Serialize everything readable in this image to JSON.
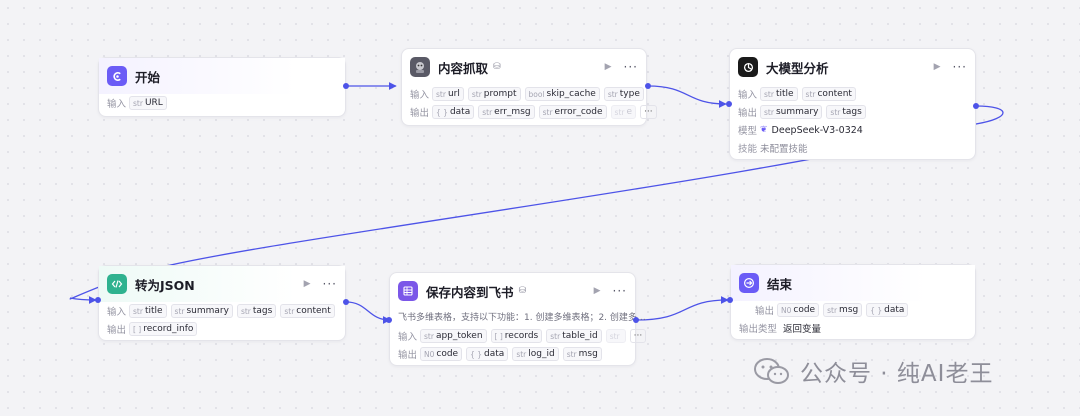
{
  "colors": {
    "edge": "#4d53e8",
    "accent": "#6b5cf6",
    "green": "#2fb28f"
  },
  "type_tags": {
    "str": "str",
    "obj": "{ }",
    "arr": "[ ]",
    "bool": "⚪",
    "num": "N0"
  },
  "nodes": {
    "start": {
      "title": "开始",
      "input_label": "输入",
      "inputs": [
        {
          "type": "str",
          "name": "URL"
        }
      ]
    },
    "fetch": {
      "title": "内容抓取",
      "badge": "⛁",
      "input_label": "输入",
      "inputs": [
        {
          "type": "str",
          "name": "url"
        },
        {
          "type": "str",
          "name": "prompt"
        },
        {
          "type": "bool",
          "name": "skip_cache"
        },
        {
          "type": "str",
          "name": "type"
        }
      ],
      "output_label": "输出",
      "outputs": [
        {
          "type": "{ }",
          "name": "data"
        },
        {
          "type": "str",
          "name": "err_msg"
        },
        {
          "type": "str",
          "name": "error_code"
        },
        {
          "type": "str",
          "name": "e"
        }
      ],
      "more": "···"
    },
    "llm": {
      "title": "大模型分析",
      "input_label": "输入",
      "inputs": [
        {
          "type": "str",
          "name": "title"
        },
        {
          "type": "str",
          "name": "content"
        }
      ],
      "output_label": "输出",
      "outputs": [
        {
          "type": "str",
          "name": "summary"
        },
        {
          "type": "str",
          "name": "tags"
        }
      ],
      "model_label": "模型",
      "model_value": "DeepSeek-V3-0324",
      "skill_label": "技能",
      "skill_value": "未配置技能"
    },
    "json": {
      "title": "转为JSON",
      "input_label": "输入",
      "inputs": [
        {
          "type": "str",
          "name": "title"
        },
        {
          "type": "str",
          "name": "summary"
        },
        {
          "type": "str",
          "name": "tags"
        },
        {
          "type": "str",
          "name": "content"
        }
      ],
      "output_label": "输出",
      "outputs": [
        {
          "type": "[ ]",
          "name": "record_info"
        }
      ]
    },
    "feishu": {
      "title": "保存内容到飞书",
      "badge": "⛁",
      "description": "飞书多维表格，支持以下功能：1. 创建多维表格；2. 创建多…",
      "input_label": "输入",
      "inputs": [
        {
          "type": "str",
          "name": "app_token"
        },
        {
          "type": "[ ]",
          "name": "records"
        },
        {
          "type": "str",
          "name": "table_id"
        },
        {
          "type": "str",
          "name": ""
        }
      ],
      "output_label": "输出",
      "outputs": [
        {
          "type": "N0",
          "name": "code"
        },
        {
          "type": "{ }",
          "name": "data"
        },
        {
          "type": "str",
          "name": "log_id"
        },
        {
          "type": "str",
          "name": "msg"
        }
      ],
      "more": "···"
    },
    "end": {
      "title": "结束",
      "output_label": "输出",
      "outputs": [
        {
          "type": "N0",
          "name": "code"
        },
        {
          "type": "str",
          "name": "msg"
        },
        {
          "type": "{ }",
          "name": "data"
        }
      ],
      "output_type_label": "输出类型",
      "output_type_value": "返回变量"
    }
  },
  "icons": {
    "start": "start-icon",
    "fetch": "robot-avatar-icon",
    "llm": "chatgpt-logo-icon",
    "json": "code-icon",
    "feishu": "table-icon",
    "end": "exit-icon",
    "play": "play-icon",
    "more": "more-icon"
  },
  "watermark": {
    "text": "公众号 · 纯AI老王"
  }
}
